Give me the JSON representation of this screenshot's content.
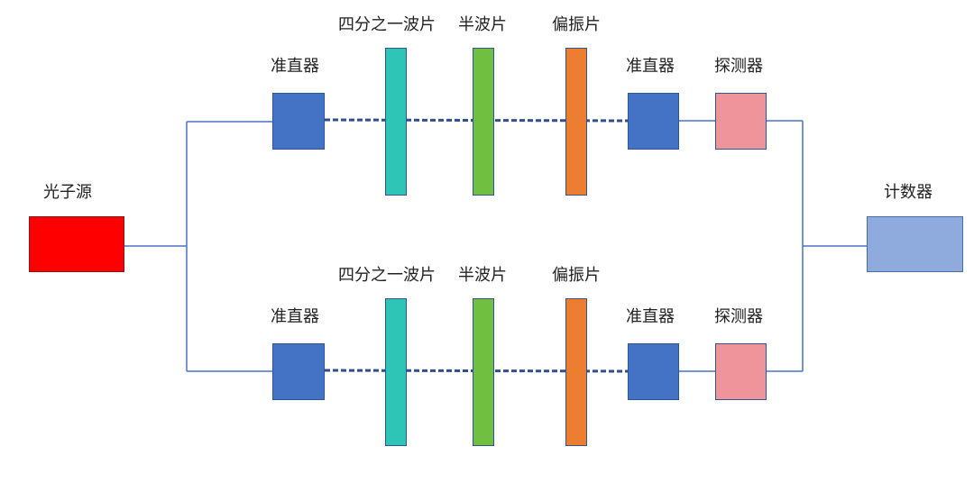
{
  "source": {
    "label": "光子源",
    "color": "#ff0000",
    "border": "#7f1d1d"
  },
  "counter": {
    "label": "计数器",
    "color": "#8faadc",
    "border": "#4a6fa5"
  },
  "arms": [
    {
      "collimator_in": {
        "label": "准直器",
        "color": "#4472c4"
      },
      "quarter_wave": {
        "label": "四分之一波片",
        "color": "#2ec4b6"
      },
      "half_wave": {
        "label": "半波片",
        "color": "#70bf41"
      },
      "polarizer": {
        "label": "偏振片",
        "color": "#ed7d31"
      },
      "collimator_out": {
        "label": "准直器",
        "color": "#4472c4"
      },
      "detector": {
        "label": "探测器",
        "color": "#f0949c"
      }
    },
    {
      "collimator_in": {
        "label": "准直器",
        "color": "#4472c4"
      },
      "quarter_wave": {
        "label": "四分之一波片",
        "color": "#2ec4b6"
      },
      "half_wave": {
        "label": "半波片",
        "color": "#70bf41"
      },
      "polarizer": {
        "label": "偏振片",
        "color": "#ed7d31"
      },
      "collimator_out": {
        "label": "准直器",
        "color": "#4472c4"
      },
      "detector": {
        "label": "探测器",
        "color": "#f0949c"
      }
    }
  ],
  "colors": {
    "connector_line": "#4a72c4",
    "beam_line": "#2f4f8f",
    "component_border": "#2f5597"
  }
}
